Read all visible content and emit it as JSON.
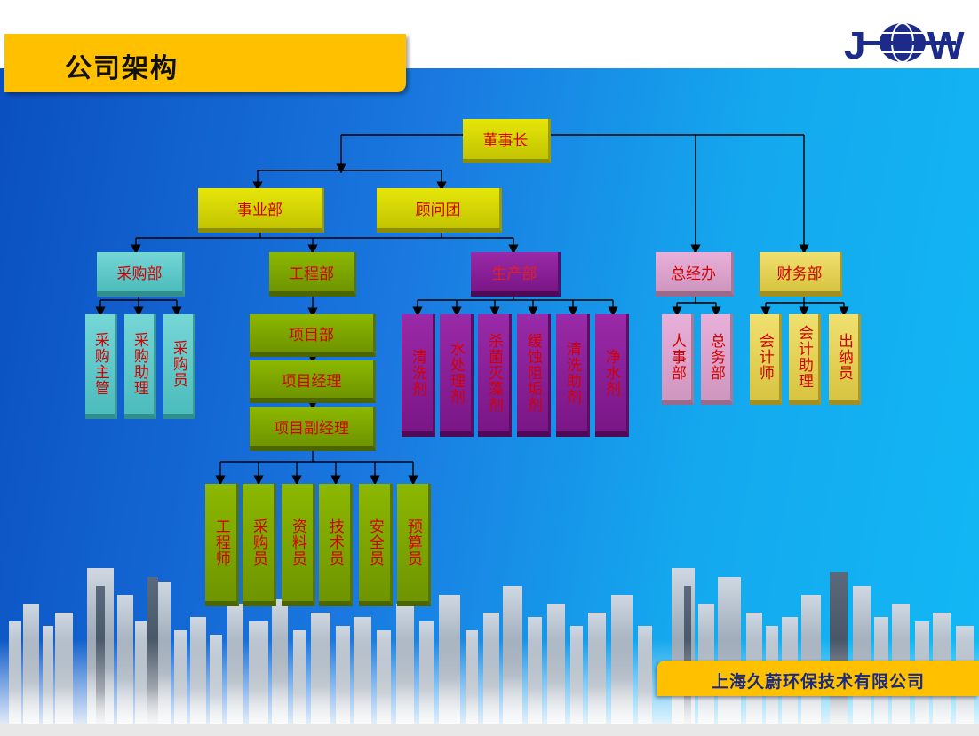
{
  "header": {
    "title": "公司架构",
    "logo_text": "JW"
  },
  "footer": {
    "company": "上海久蔚环保技术有限公司"
  },
  "org": {
    "chairman": "董事长",
    "business_dept": "事业部",
    "advisors": "顾问团",
    "purchasing": {
      "label": "采购部",
      "children": [
        "采购主管",
        "采购助理",
        "采购员"
      ]
    },
    "engineering": {
      "label": "工程部",
      "chain": [
        "项目部",
        "项目经理",
        "项目副经理"
      ],
      "children": [
        "工程师",
        "采购员",
        "资料员",
        "技术员",
        "安全员",
        "预算员"
      ]
    },
    "production": {
      "label": "生产部",
      "children": [
        "清洗剂",
        "水处理剂",
        "杀菌灭藻剂",
        "缓蚀阻垢剂",
        "清洗助剂",
        "净水剂"
      ]
    },
    "general_office": {
      "label": "总经办",
      "children": [
        "人事部",
        "总务部"
      ]
    },
    "finance": {
      "label": "财务部",
      "children": [
        "会计师",
        "会计助理",
        "出纳员"
      ]
    }
  },
  "colors": {
    "accent": "#ffc000",
    "node_text": "#d40000",
    "background": "#12b8f4"
  }
}
